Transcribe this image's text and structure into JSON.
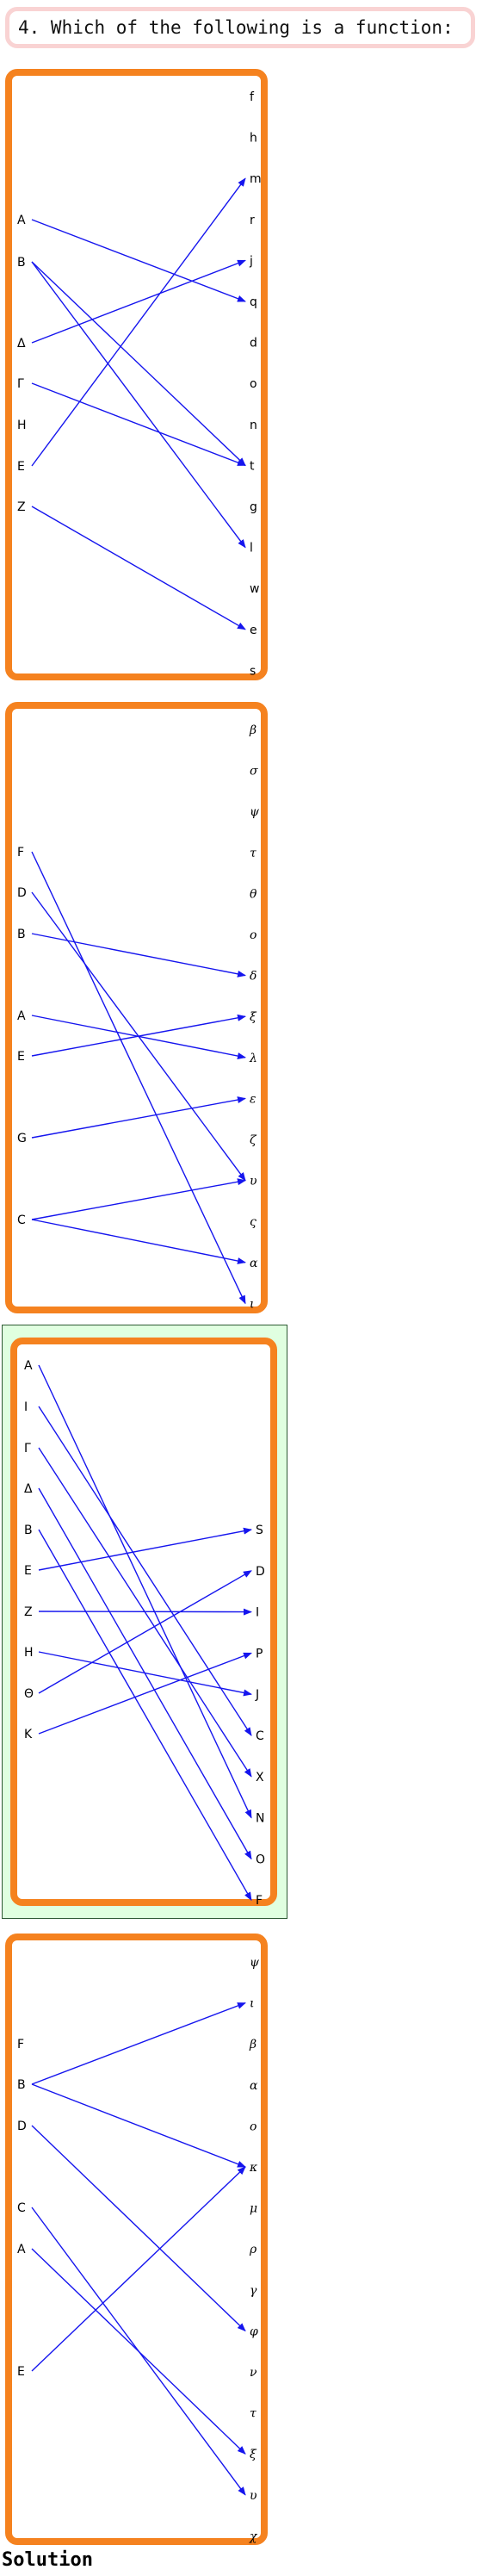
{
  "question": "4. Which of the following is a function:",
  "solution_label": "Solution",
  "colors": {
    "arrow": "#1515ee",
    "option_border": "#f5821f",
    "selected_bg": "#e0ffe0",
    "question_border": "#f9d3d3"
  },
  "options": [
    {
      "selected": false,
      "domain": [
        "A",
        "B",
        "Δ",
        "Γ",
        "H",
        "E",
        "Z"
      ],
      "codomain": [
        "f",
        "h",
        "m",
        "r",
        "j",
        "q",
        "d",
        "o",
        "n",
        "t",
        "g",
        "l",
        "w",
        "e",
        "s"
      ],
      "mappings": [
        [
          "A",
          "q"
        ],
        [
          "B",
          "t"
        ],
        [
          "B",
          "l"
        ],
        [
          "Δ",
          "j"
        ],
        [
          "Γ",
          "t"
        ],
        [
          "E",
          "m"
        ],
        [
          "Z",
          "e"
        ]
      ]
    },
    {
      "selected": false,
      "domain": [
        "F",
        "D",
        "B",
        "A",
        "E",
        "G",
        "C"
      ],
      "codomain": [
        "β",
        "σ",
        "ψ",
        "τ",
        "θ",
        "ο",
        "δ",
        "ξ",
        "λ",
        "ε",
        "ζ",
        "υ",
        "ς",
        "α",
        "ι"
      ],
      "mappings": [
        [
          "F",
          "ι"
        ],
        [
          "D",
          "υ"
        ],
        [
          "B",
          "δ"
        ],
        [
          "A",
          "λ"
        ],
        [
          "E",
          "ξ"
        ],
        [
          "G",
          "ε"
        ],
        [
          "C",
          "υ"
        ],
        [
          "C",
          "α"
        ]
      ]
    },
    {
      "selected": true,
      "domain": [
        "A",
        "I",
        "Γ",
        "Δ",
        "B",
        "E",
        "Z",
        "H",
        "Θ",
        "K"
      ],
      "codomain": [
        "S",
        "D",
        "I",
        "P",
        "J",
        "C",
        "X",
        "N",
        "O",
        "F"
      ],
      "mappings": [
        [
          "A",
          "N"
        ],
        [
          "I",
          "C"
        ],
        [
          "Γ",
          "X"
        ],
        [
          "Δ",
          "O"
        ],
        [
          "B",
          "F"
        ],
        [
          "E",
          "S"
        ],
        [
          "Z",
          "I"
        ],
        [
          "H",
          "J"
        ],
        [
          "Θ",
          "D"
        ],
        [
          "K",
          "P"
        ]
      ]
    },
    {
      "selected": false,
      "domain": [
        "F",
        "B",
        "D",
        "C",
        "A",
        "E"
      ],
      "codomain": [
        "ψ",
        "ι",
        "β",
        "α",
        "ο",
        "κ",
        "μ",
        "ρ",
        "γ",
        "φ",
        "ν",
        "τ",
        "ξ",
        "υ",
        "χ"
      ],
      "mappings": [
        [
          "B",
          "ι"
        ],
        [
          "B",
          "κ"
        ],
        [
          "D",
          "φ"
        ],
        [
          "C",
          "υ"
        ],
        [
          "A",
          "ξ"
        ],
        [
          "E",
          "κ"
        ]
      ]
    }
  ]
}
